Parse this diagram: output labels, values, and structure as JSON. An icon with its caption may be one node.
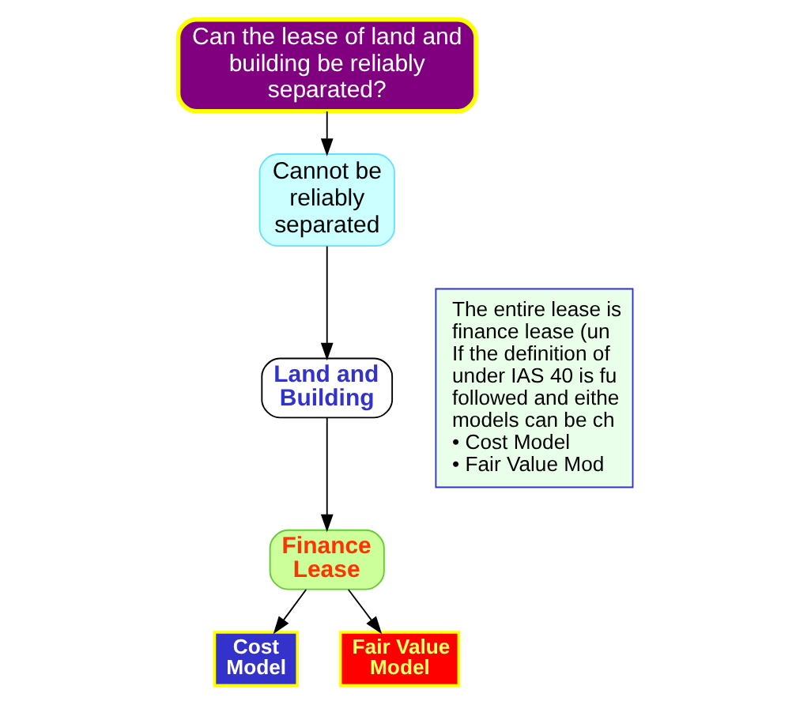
{
  "diagram": {
    "nodes": [
      {
        "text": [
          "Can the lease of land and building be reliably separated?"
        ]
      },
      {
        "text": [
          "Cannot be reliably separated"
        ]
      },
      {
        "text": [
          "Land and Building"
        ]
      },
      {
        "text": [
          "Finance Lease"
        ]
      },
      {
        "text": [
          "Cost Model"
        ]
      },
      {
        "text": [
          "Fair Value Model"
        ]
      },
      {
        "text": [
          "The entire lease is finance lease (un",
          "If the definition of under IAS 40 is fu followed and eithe models can be ch",
          "• Cost Model",
          "• Fair Value Mod"
        ]
      }
    ],
    "edges": [
      {
        "from": 0,
        "to": 1,
        "arrow": "to"
      },
      {
        "from": 1,
        "to": 2,
        "arrow": "to"
      },
      {
        "from": 2,
        "to": 3,
        "arrow": "to"
      },
      {
        "from": 3,
        "to": 4,
        "arrow": "to"
      },
      {
        "from": 3,
        "to": 5,
        "arrow": "to"
      }
    ]
  }
}
